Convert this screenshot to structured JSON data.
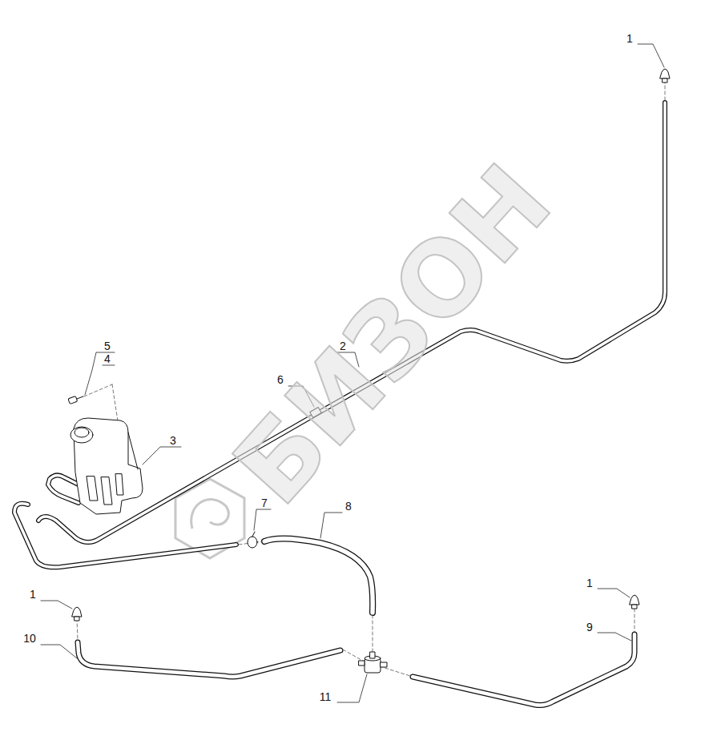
{
  "diagram": {
    "labels": [
      "1",
      "5",
      "4",
      "2",
      "6",
      "3",
      "7",
      "8",
      "1",
      "10",
      "1",
      "9",
      "11",
      "БИЗОН"
    ]
  }
}
